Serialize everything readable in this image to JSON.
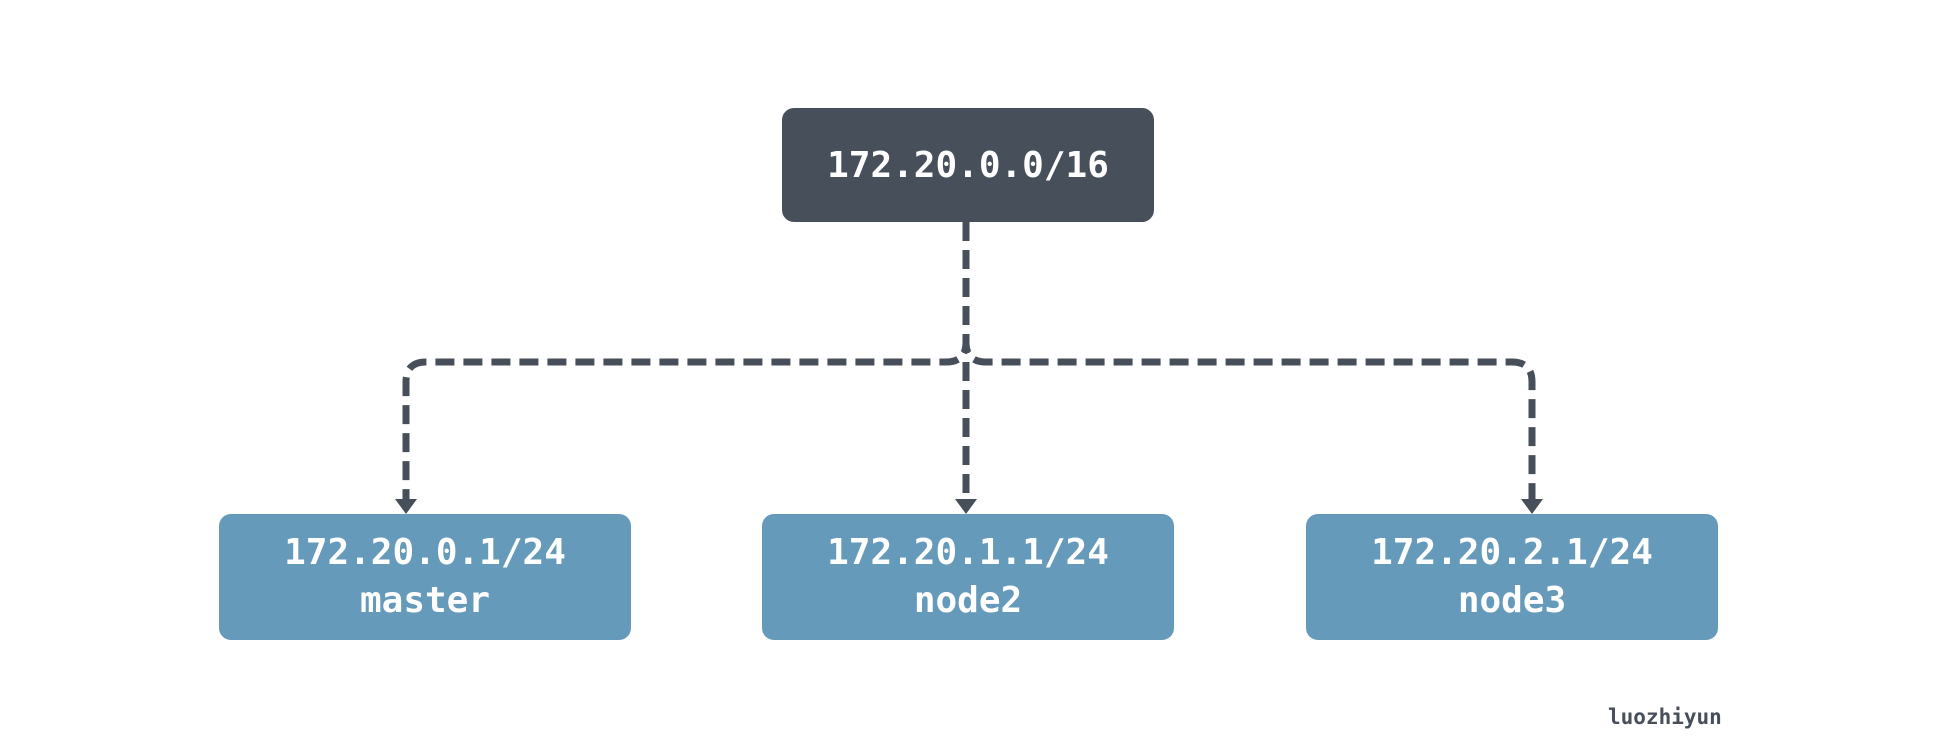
{
  "diagram": {
    "root": {
      "label": "172.20.0.0/16"
    },
    "children": [
      {
        "subnet": "172.20.0.1/24",
        "name": "master"
      },
      {
        "subnet": "172.20.1.1/24",
        "name": "node2"
      },
      {
        "subnet": "172.20.2.1/24",
        "name": "node3"
      }
    ],
    "edge_style": "dashed-arrow"
  },
  "watermark": "luozhiyun",
  "colors": {
    "root_fill": "#474f5a",
    "child_fill": "#659aba",
    "connector": "#474f5a",
    "text": "#ffffff"
  }
}
